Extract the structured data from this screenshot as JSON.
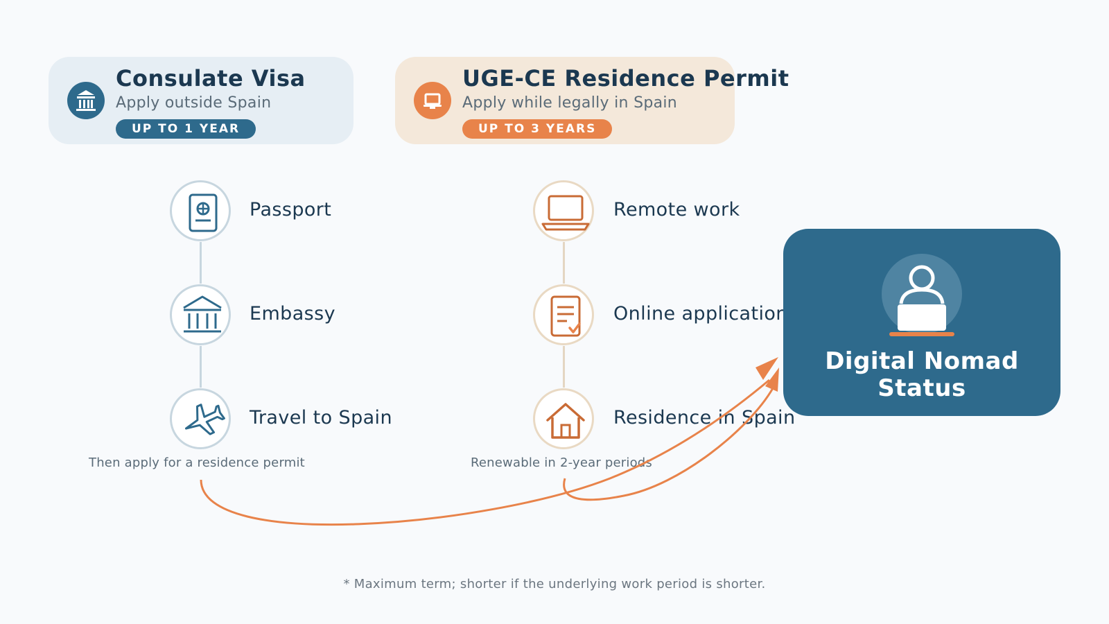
{
  "colors": {
    "primary_blue": "#2e6a8c",
    "accent_orange": "#e8834a",
    "dark_text": "#1b3850",
    "muted_text": "#5a6b78"
  },
  "consulate": {
    "icon": "bank-icon",
    "title": "Consulate Visa",
    "subtitle": "Apply outside Spain",
    "badge": "UP TO 1 YEAR",
    "steps": [
      {
        "label": "Passport",
        "icon": "passport-icon"
      },
      {
        "label": "Embassy",
        "icon": "embassy-icon"
      },
      {
        "label": "Travel to Spain",
        "icon": "airplane-icon"
      }
    ],
    "note": "Then apply for a residence permit"
  },
  "uge": {
    "icon": "laptop-icon",
    "title": "UGE-CE Residence Permit",
    "subtitle": "Apply while legally in Spain",
    "badge": "UP TO 3 YEARS",
    "steps": [
      {
        "label": "Remote work",
        "icon": "laptop-icon"
      },
      {
        "label": "Online application",
        "icon": "document-check-icon"
      },
      {
        "label": "Residence in Spain",
        "icon": "house-icon"
      }
    ],
    "note": "Renewable in 2-year periods"
  },
  "outcome": {
    "icon": "person-laptop-icon",
    "title_line1": "Digital Nomad",
    "title_line2": "Status"
  },
  "footnote": "* Maximum term; shorter if the underlying work period is shorter."
}
